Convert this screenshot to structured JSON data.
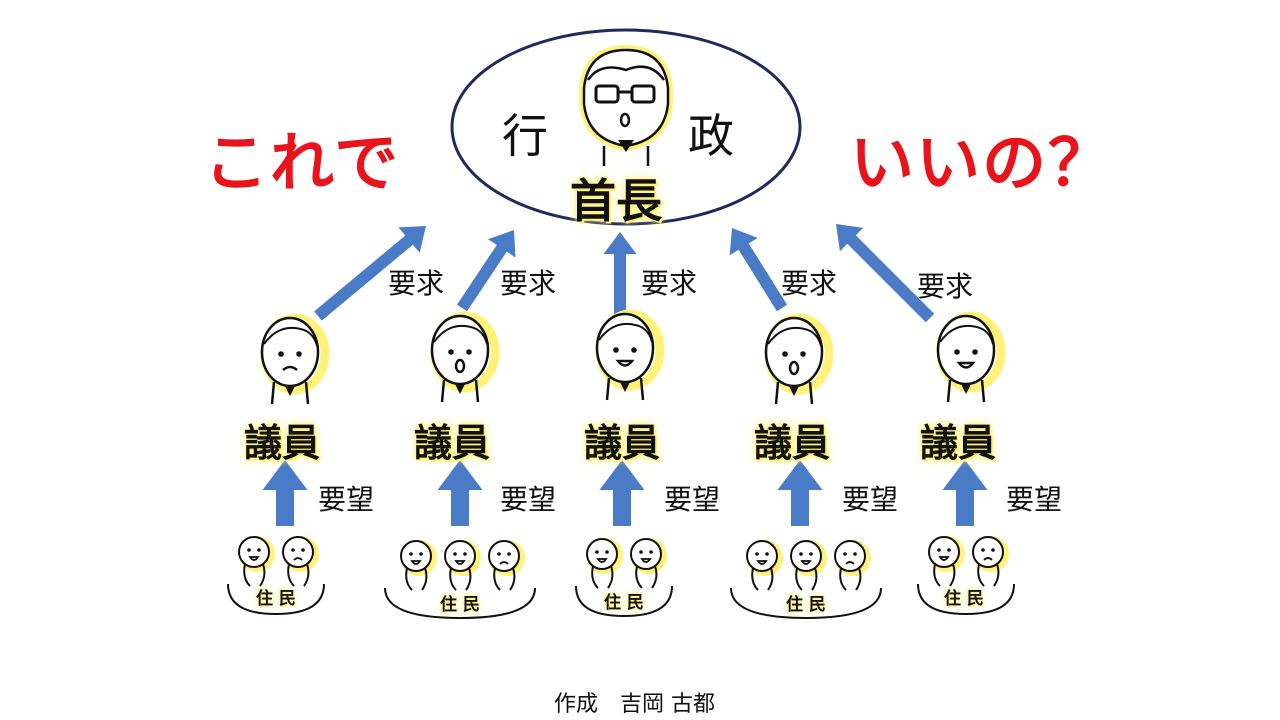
{
  "title_left": "これで",
  "title_right": "いいの？",
  "center": {
    "admin_chars": [
      "行",
      "政"
    ],
    "label": "首長"
  },
  "requests": [
    "要求",
    "要求",
    "要求",
    "要求",
    "要求"
  ],
  "councillors": [
    "議員",
    "議員",
    "議員",
    "議員",
    "議員"
  ],
  "wishes": [
    "要望",
    "要望",
    "要望",
    "要望",
    "要望"
  ],
  "residents": [
    "住 民",
    "住 民",
    "住 民",
    "住 民",
    "住 民"
  ],
  "credit": "作成　吉岡 古都",
  "colors": {
    "red": "#e8141b",
    "arrow": "#4a7bc6",
    "yellow": "#fff27a",
    "ellipse": "#1d2a5c"
  }
}
